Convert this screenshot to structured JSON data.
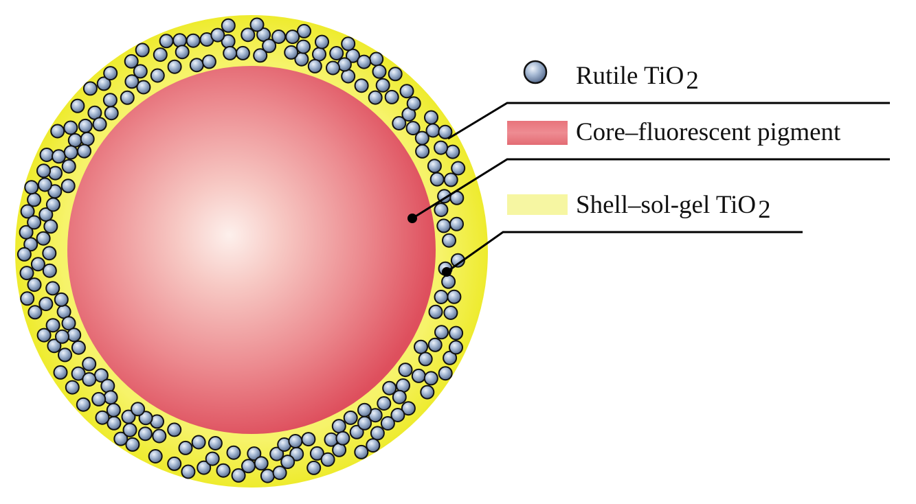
{
  "legend": {
    "rutile": {
      "label": "Rutile TiO",
      "subscript": "2"
    },
    "core": {
      "label": "Core–fluorescent pigment"
    },
    "shell": {
      "label": "Shell–sol-gel TiO",
      "subscript": "2"
    }
  },
  "colors": {
    "core_center": "#fdf0ec",
    "core_edge": "#e05462",
    "shell": "#f3f03a",
    "shell_glow": "#fbfba5",
    "particle_fill": "#9aaecb",
    "particle_highlight": "#eef3fa",
    "particle_stroke": "#111111",
    "leader_line": "#000000"
  },
  "icons": [
    "particle-icon"
  ]
}
